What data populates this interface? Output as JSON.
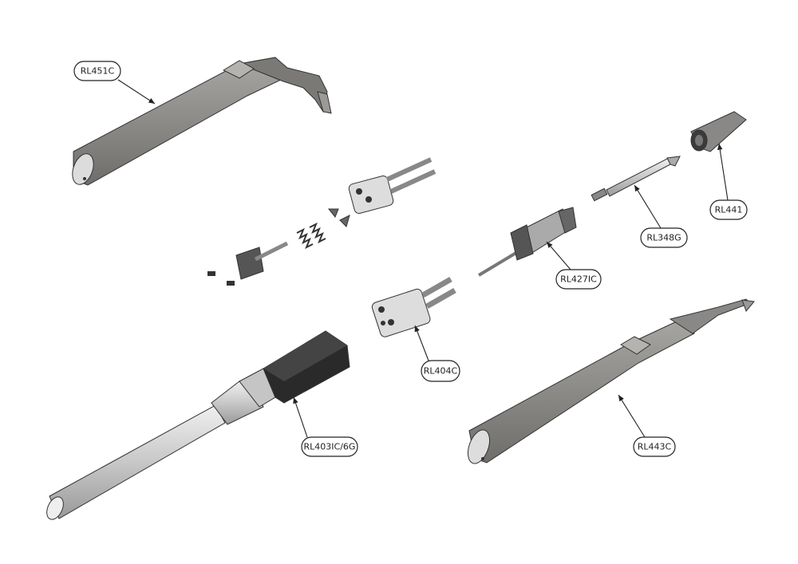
{
  "title": "Soldering iron exploded parts diagram",
  "parts": {
    "rl451c": "RL451C",
    "rl441": "RL441",
    "rl348g": "RL348G",
    "rl427ic": "RL427IC",
    "rl404c": "RL404C",
    "rl403ic": "RL403IC/6G",
    "rl443c": "RL443C"
  },
  "colors": {
    "body": "#8e8c89",
    "dark": "#2c2c2c",
    "light": "#c9c9c7",
    "outline": "#333333"
  }
}
